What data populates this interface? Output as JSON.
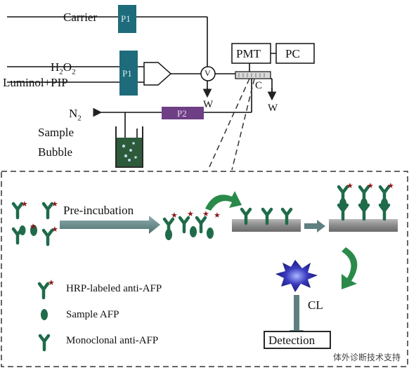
{
  "flow": {
    "carrier": "Carrier",
    "h2o2": "H",
    "h2o2_sub1": "2",
    "h2o2_o": "O",
    "h2o2_sub2": "2",
    "luminol": "Luminol+PIP",
    "n2": "N",
    "n2_sub": "2",
    "sample": "Sample",
    "bubble": "Bubble",
    "pump1": "P1",
    "pump2": "P2",
    "valve": "V",
    "waste": "W",
    "cell": "C",
    "pmt": "PMT",
    "pc": "PC"
  },
  "assay": {
    "pre_incubation": "Pre-incubation",
    "cl": "CL",
    "detection": "Detection"
  },
  "legend": [
    {
      "label": "HRP-labeled anti-AFP",
      "icon": "hrp-antibody-icon"
    },
    {
      "label": "Sample AFP",
      "icon": "afp-antigen-icon"
    },
    {
      "label": "Monoclonal anti-AFP",
      "icon": "monoclonal-antibody-icon"
    }
  ],
  "watermark": "体外诊断技术支持",
  "colors": {
    "antibody": "#1f6b4a",
    "pump1": "#1e6b7b",
    "pump2": "#6e3f85",
    "star": "#8a1818",
    "arrow": "#5f7f7f",
    "curved_arrow": "#2a8a4a",
    "burst": "#3b3bbf"
  }
}
